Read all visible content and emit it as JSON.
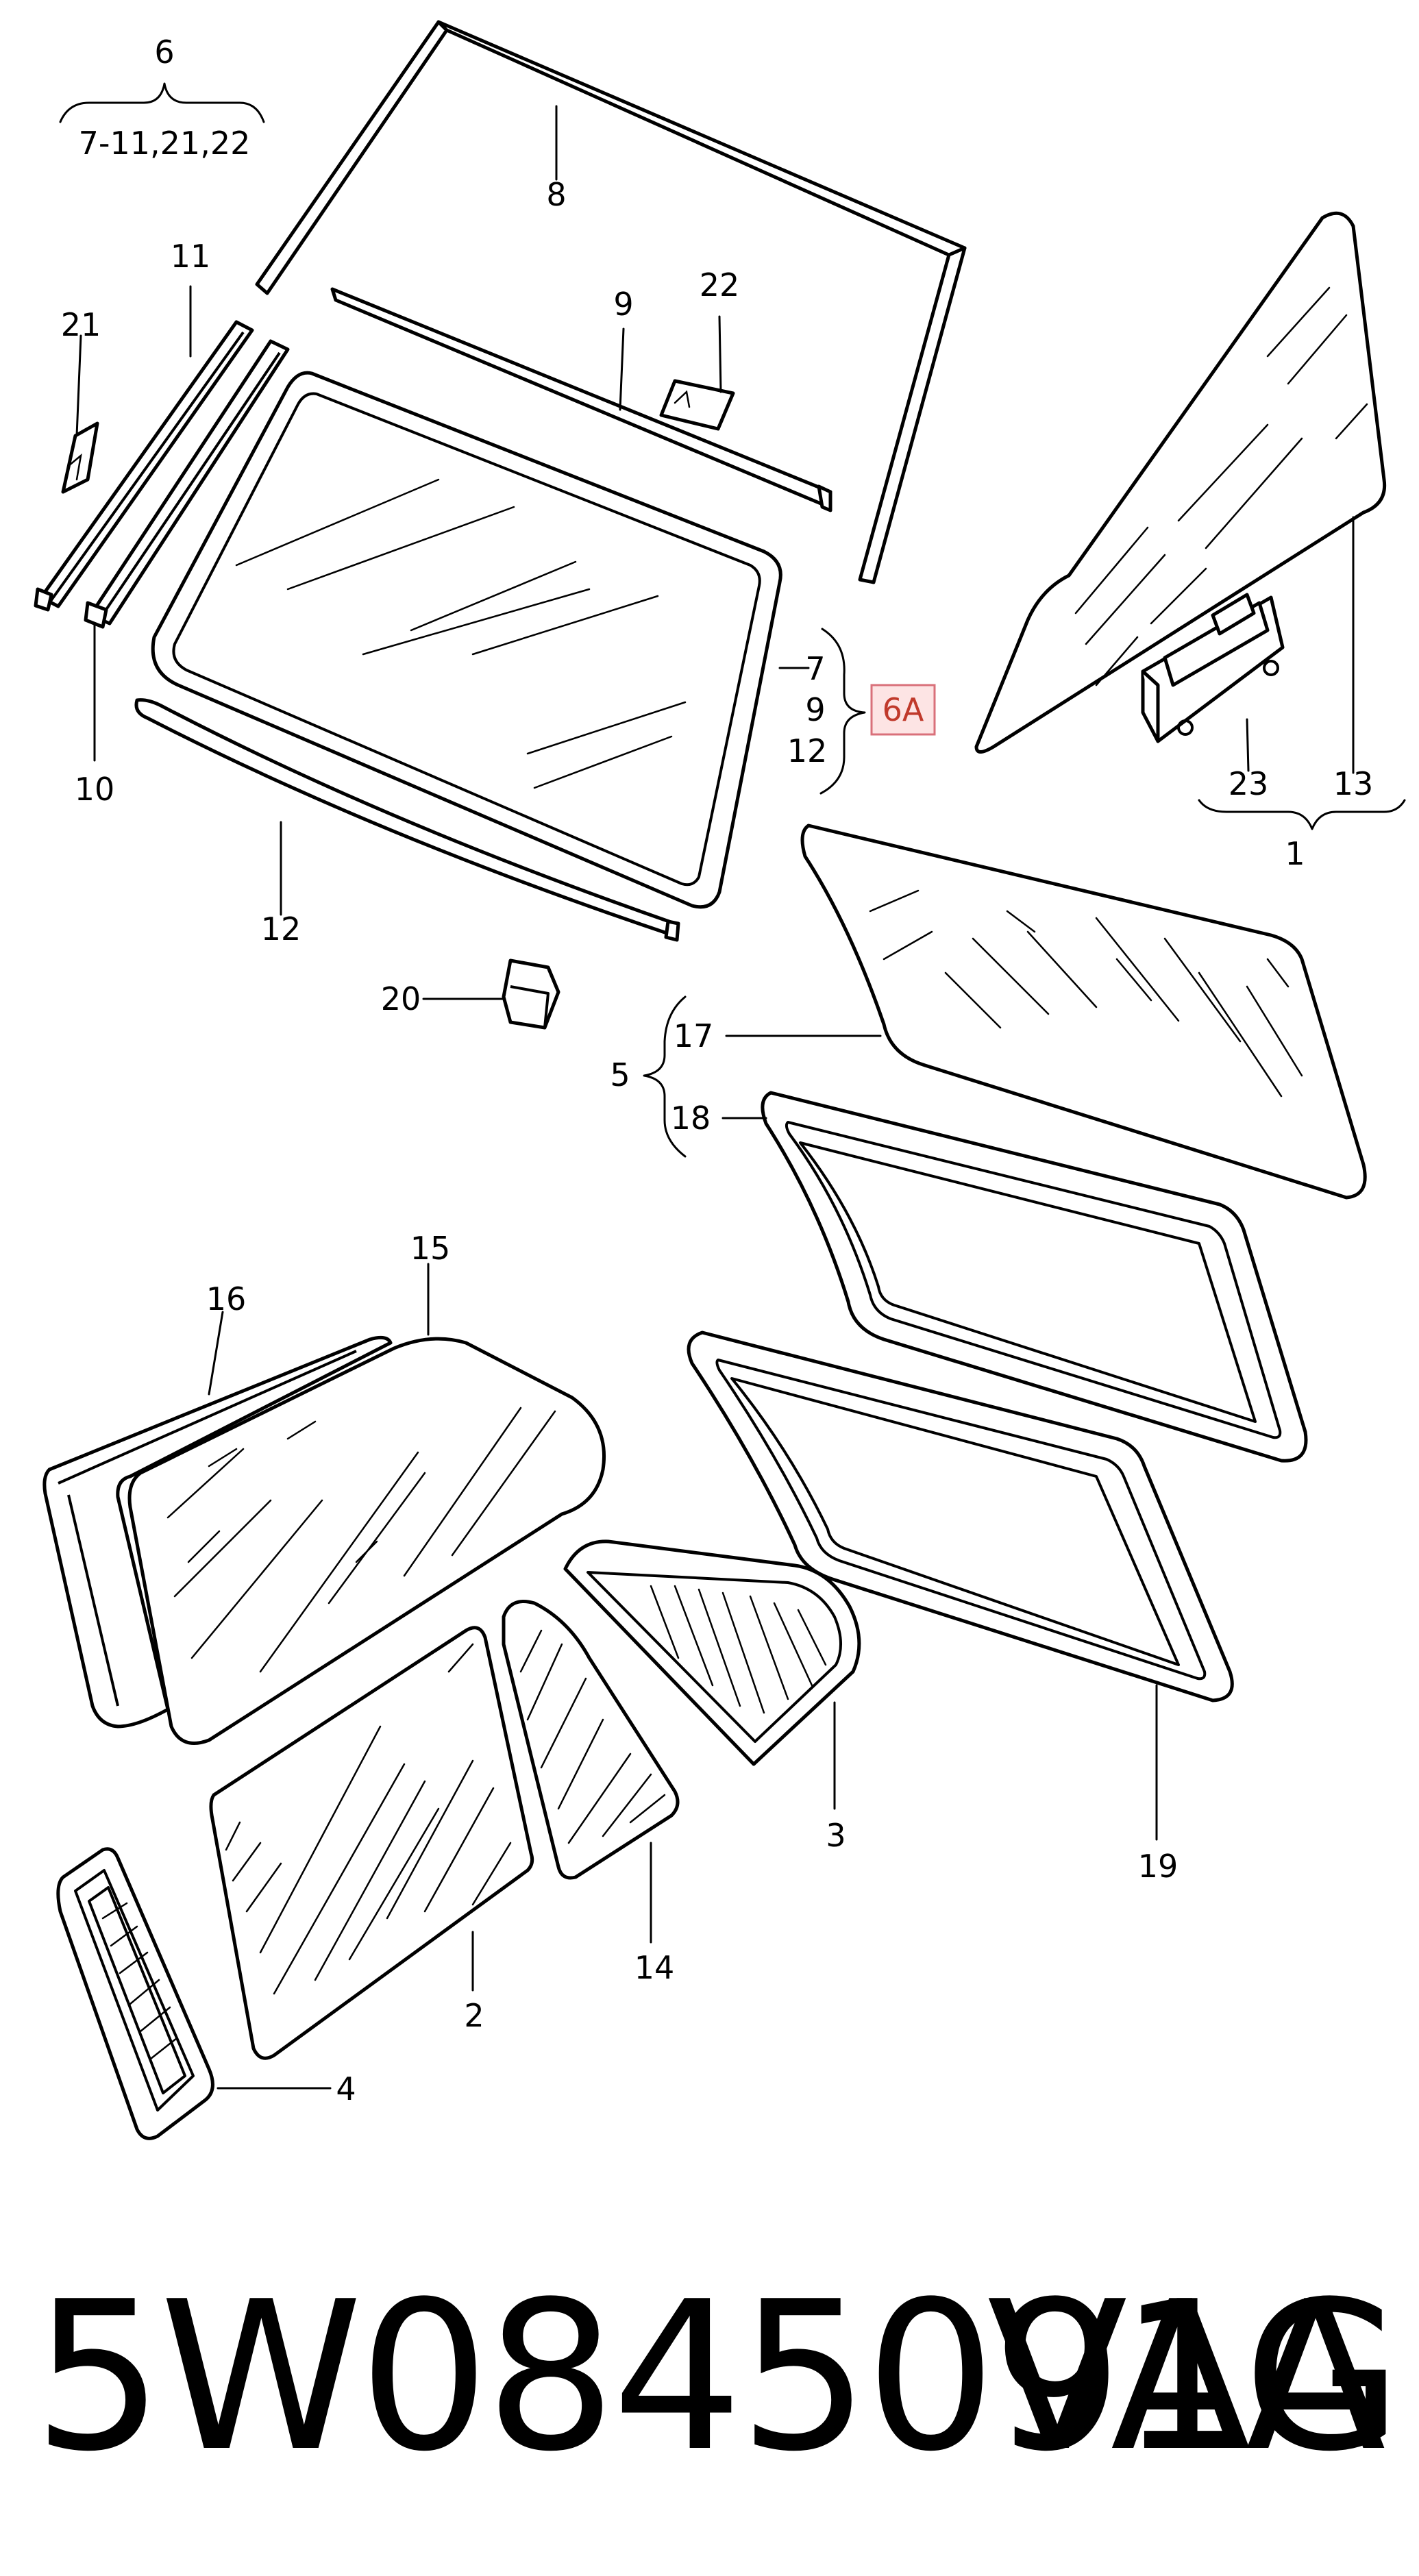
{
  "diagram": {
    "group_labels": {
      "g6": "6",
      "g6_range": "7-11,21,22",
      "g1": "1",
      "g5": "5",
      "g6a_items": [
        "7",
        "9",
        "12"
      ]
    },
    "highlighted_ref": "6A",
    "callouts": {
      "c8": "8",
      "c11": "11",
      "c21": "21",
      "c9": "9",
      "c22": "22",
      "c10": "10",
      "c7": "7",
      "c12a": "12",
      "c12": "12",
      "c13": "13",
      "c23": "23",
      "c20": "20",
      "c17": "17",
      "c18": "18",
      "c15": "15",
      "c16": "16",
      "c3": "3",
      "c19": "19",
      "c14": "14",
      "c2": "2",
      "c4": "4"
    }
  },
  "footer": {
    "part_number": "5W0845091A",
    "brand": "VAG"
  }
}
